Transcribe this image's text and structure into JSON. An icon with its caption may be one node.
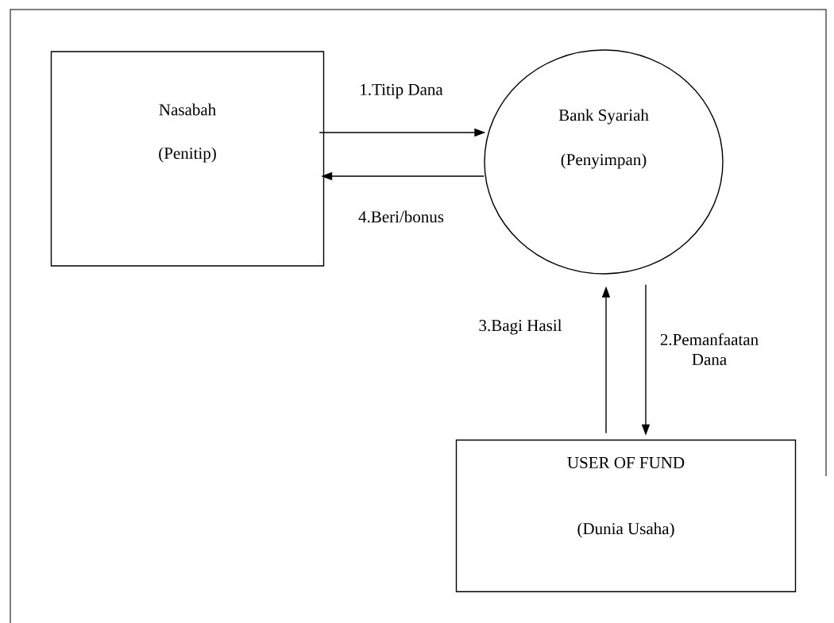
{
  "diagram": {
    "nodes": [
      {
        "text": [
          "Nasabah",
          "(Penitip)"
        ]
      },
      {
        "text": [
          "Bank Syariah",
          "(Penyimpan)"
        ]
      },
      {
        "text": [
          "USER OF FUND",
          "(Dunia Usaha)"
        ]
      }
    ],
    "edges": [
      {
        "from": 0,
        "to": 1,
        "arrow": "to",
        "label": "1.Titip Dana"
      },
      {
        "from": 1,
        "to": 0,
        "arrow": "to",
        "label": "4.Beri/bonus"
      },
      {
        "from": 1,
        "to": 2,
        "arrow": "to",
        "label": "2.Pemanfaatan Dana"
      },
      {
        "from": 2,
        "to": 1,
        "arrow": "to",
        "label": "3.Bagi Hasil"
      }
    ]
  }
}
